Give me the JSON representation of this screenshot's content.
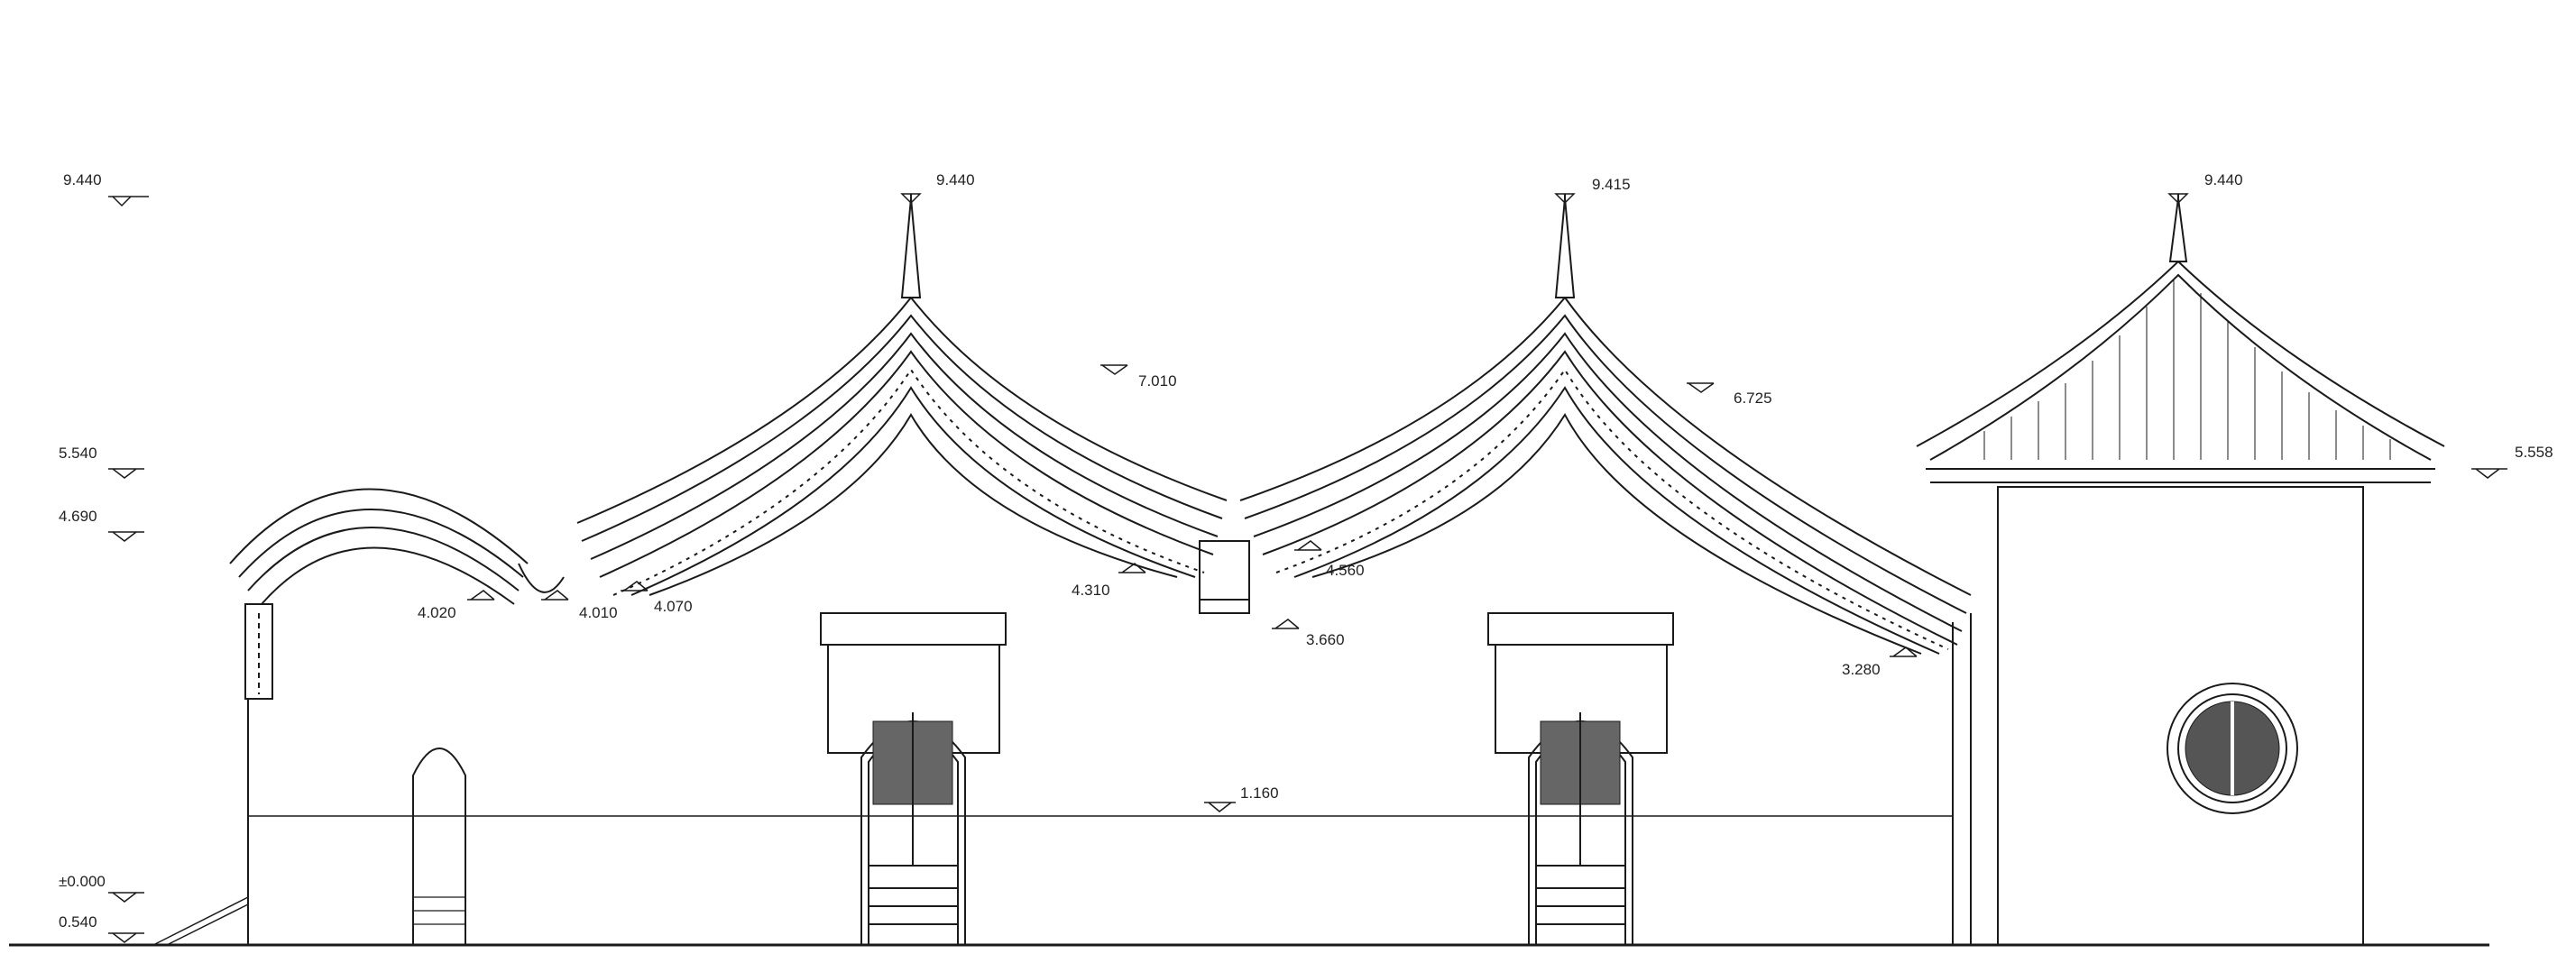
{
  "levels": [
    {
      "id": "lv-9440-left",
      "value": "9.440"
    },
    {
      "id": "lv-9440-a",
      "value": "9.440"
    },
    {
      "id": "lv-9415",
      "value": "9.415"
    },
    {
      "id": "lv-9440-b",
      "value": "9.440"
    },
    {
      "id": "lv-7010",
      "value": "7.010"
    },
    {
      "id": "lv-6725",
      "value": "6.725"
    },
    {
      "id": "lv-5540",
      "value": "5.540"
    },
    {
      "id": "lv-4690",
      "value": "4.690"
    },
    {
      "id": "lv-5558",
      "value": "5.558"
    },
    {
      "id": "lv-4020",
      "value": "4.020"
    },
    {
      "id": "lv-4010",
      "value": "4.010"
    },
    {
      "id": "lv-4070",
      "value": "4.070"
    },
    {
      "id": "lv-4310",
      "value": "4.310"
    },
    {
      "id": "lv-4560",
      "value": "4.560"
    },
    {
      "id": "lv-3660",
      "value": "3.660"
    },
    {
      "id": "lv-3280",
      "value": "3.280"
    },
    {
      "id": "lv-1160",
      "value": "1.160"
    },
    {
      "id": "lv-0000",
      "value": "±0.000"
    },
    {
      "id": "lv-0540",
      "value": "0.540"
    }
  ]
}
